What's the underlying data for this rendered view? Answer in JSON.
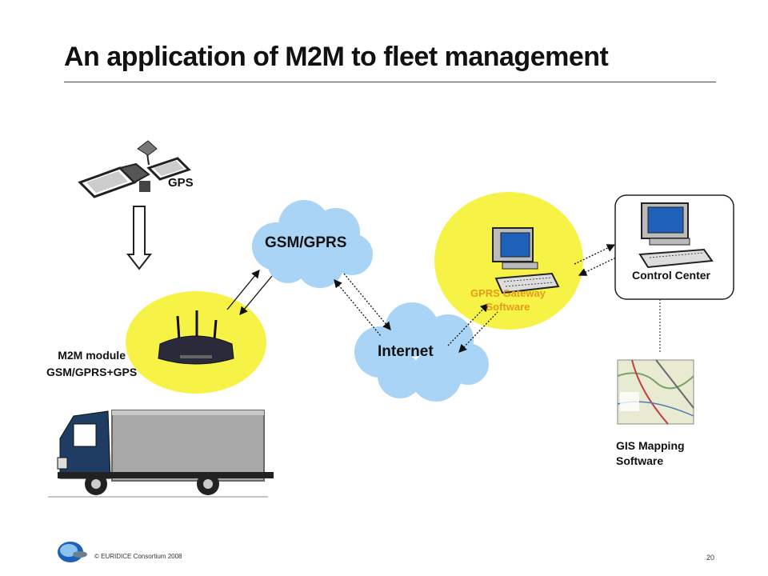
{
  "slide": {
    "title": "An application of M2M to fleet management",
    "footer": "© EURIDICE Consortium 2008",
    "page_number": "20"
  },
  "diagram": {
    "gps": "GPS",
    "gsm": "GSM/GPRS",
    "internet": "Internet",
    "gateway_line1": "GPRS Gateway",
    "gateway_line2": "Software",
    "control_center": "Control Center",
    "module_line1": "M2M module",
    "module_line2": "GSM/GPRS+GPS",
    "gis_line1": "GIS Mapping",
    "gis_line2": "Software"
  },
  "colors": {
    "cloud": "#a9d4f5",
    "yellow_blob": "#f7f246",
    "gateway_text": "#e79a1b",
    "truck_cab": "#1f3d63",
    "truck_box": "#a8a8a8"
  }
}
